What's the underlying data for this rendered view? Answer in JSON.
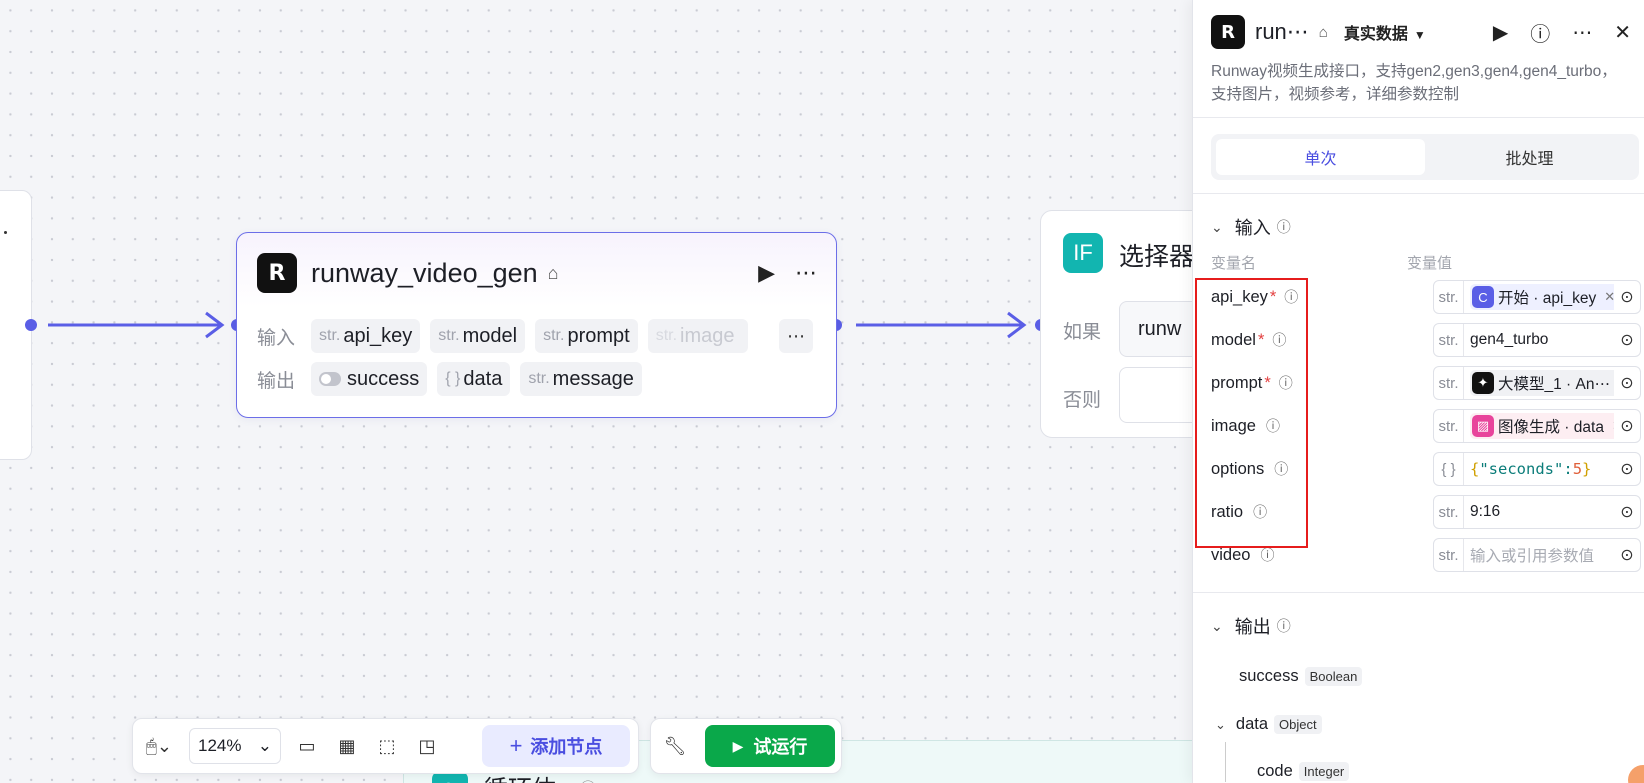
{
  "canvas": {
    "main_node": {
      "title": "runway_video_gen",
      "logo": "R",
      "input_label": "输入",
      "output_label": "输出",
      "inputs": [
        {
          "type": "str.",
          "name": "api_key"
        },
        {
          "type": "str.",
          "name": "model"
        },
        {
          "type": "str.",
          "name": "prompt"
        },
        {
          "type": "str.",
          "name": "image"
        }
      ],
      "outputs": [
        {
          "type": "toggle",
          "name": "success"
        },
        {
          "type": "{ }",
          "name": "data"
        },
        {
          "type": "str.",
          "name": "message"
        }
      ],
      "more": "⋯"
    },
    "selector_node": {
      "icon": "IF",
      "title": "选择器",
      "if_label": "如果",
      "else_label": "否则",
      "if_value": "runw"
    },
    "loop_node": {
      "title": "循环体"
    }
  },
  "toolbar": {
    "zoom": "124%",
    "add_node": "添加节点",
    "test_run": "试运行"
  },
  "panel": {
    "logo": "R",
    "title": "run⋯",
    "data_mode": "真实数据",
    "description": "Runway视频生成接口，支持gen2,gen3,gen4,gen4_turbo，支持图片，视频参考，详细参数控制",
    "tabs": [
      "单次",
      "批处理"
    ],
    "input_section": "输入",
    "col_name": "变量名",
    "col_value": "变量值",
    "inputs": [
      {
        "name": "api_key",
        "required": "*",
        "type": "str.",
        "chip_icon": "C",
        "chip_label": "开始 · api_key"
      },
      {
        "name": "model",
        "required": "*",
        "type": "str.",
        "text": "gen4_turbo"
      },
      {
        "name": "prompt",
        "required": "*",
        "type": "str.",
        "chip_icon": "✦",
        "chip_label": "大模型_1 · An⋯"
      },
      {
        "name": "image",
        "required": "",
        "type": "str.",
        "chip_icon": "▨",
        "chip_label": "图像生成 · data"
      },
      {
        "name": "options",
        "required": "",
        "type": "{ }",
        "code_key": "\"seconds\"",
        "code_num": "5"
      },
      {
        "name": "ratio",
        "required": "",
        "type": "str.",
        "text": "9:16"
      },
      {
        "name": "video",
        "required": "",
        "type": "str.",
        "placeholder": "输入或引用参数值"
      }
    ],
    "output_section": "输出",
    "outputs": [
      {
        "name": "success",
        "type": "Boolean"
      },
      {
        "name": "data",
        "type": "Object"
      },
      {
        "name": "code",
        "type": "Integer"
      }
    ]
  },
  "colors": {
    "accent": "#5a5ee6",
    "run_green": "#0aa84a",
    "highlight_red": "#e61c1c",
    "if_teal": "#12b5b0"
  }
}
